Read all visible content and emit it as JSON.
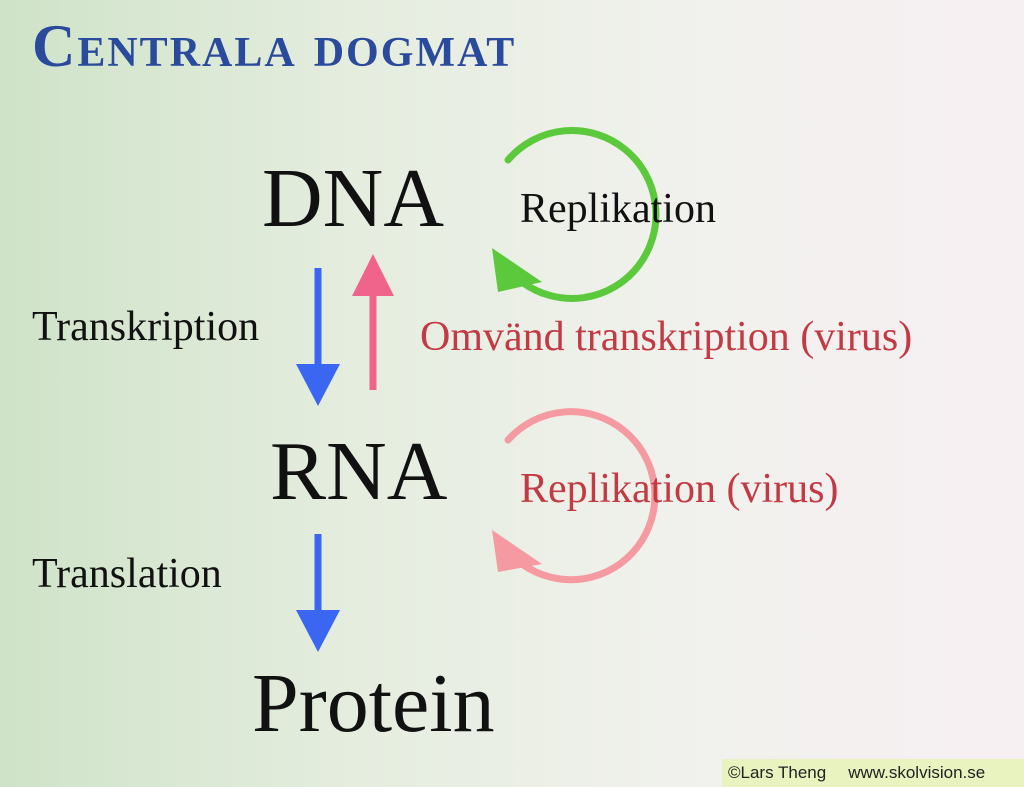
{
  "title": "Centrala dogmat",
  "molecules": {
    "dna": "DNA",
    "rna": "RNA",
    "protein": "Protein"
  },
  "processes": {
    "replikation": "Replikation",
    "transkription": "Transkription",
    "omvand_transkription": "Omvänd transkription (virus)",
    "replikation_virus": "Replikation (virus)",
    "translation": "Translation"
  },
  "footer": {
    "copyright": "©Lars Theng",
    "website": "www.skolvision.se"
  },
  "colors": {
    "title": "#2a4a9c",
    "blue_arrow": "#3a66f2",
    "pink_arrow": "#f0648c",
    "green_arrow": "#5cc83c",
    "light_red_arrow": "#f59aa0",
    "red_text": "#c23a44"
  }
}
